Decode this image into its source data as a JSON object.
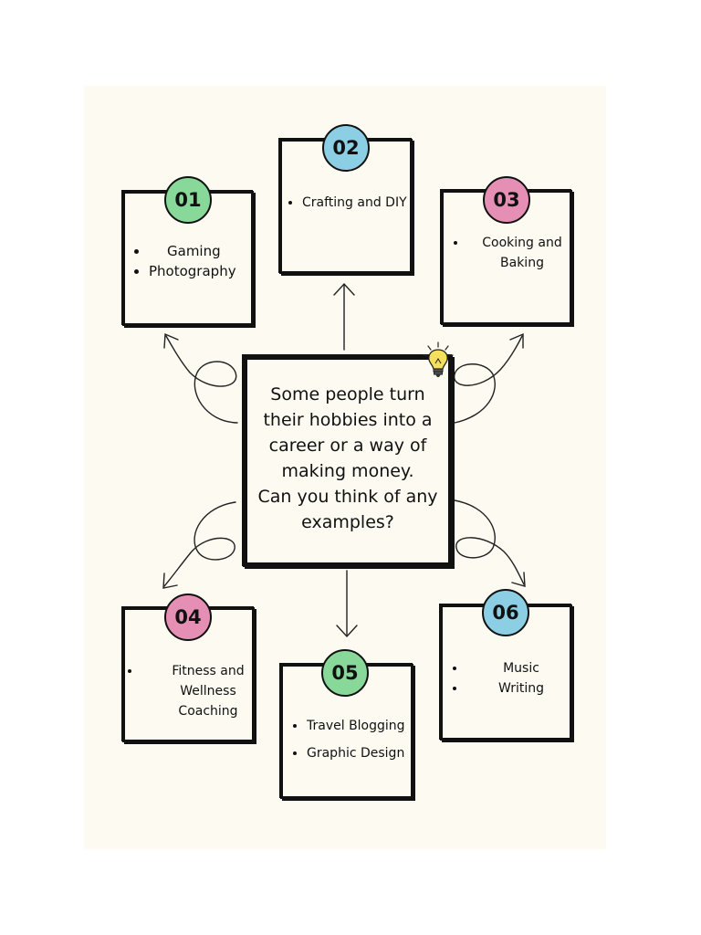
{
  "question": {
    "lines": [
      "Some people turn",
      "their hobbies into a",
      "career or a way of",
      "making money.",
      "Can you think of any",
      "examples?"
    ]
  },
  "cards": [
    {
      "number": "01",
      "color": "#88d89a",
      "items": [
        "Gaming",
        "Photography"
      ]
    },
    {
      "number": "02",
      "color": "#8ccfe4",
      "items": [
        "Crafting and DIY"
      ]
    },
    {
      "number": "03",
      "color": "#e58fb4",
      "items": [
        "Cooking and Baking"
      ]
    },
    {
      "number": "04",
      "color": "#e58fb4",
      "items": [
        "Fitness and Wellness Coaching"
      ]
    },
    {
      "number": "05",
      "color": "#88d89a",
      "items": [
        "Travel Blogging",
        "Graphic Design"
      ]
    },
    {
      "number": "06",
      "color": "#8ccfe4",
      "items": [
        "Music",
        "Writing"
      ]
    }
  ],
  "icons": {
    "center": "lightbulb-icon"
  }
}
